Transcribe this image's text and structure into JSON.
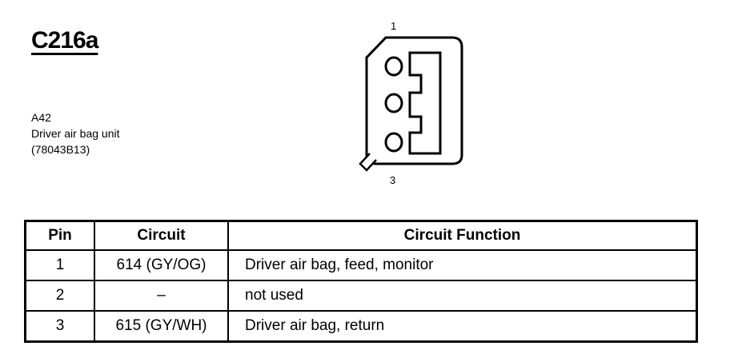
{
  "connector": {
    "id": "C216a",
    "pin_label_top": "1",
    "pin_label_bottom": "3"
  },
  "component": {
    "code": "A42",
    "name": "Driver air bag unit",
    "part_number": "(78043B13)"
  },
  "table": {
    "headers": {
      "pin": "Pin",
      "circuit": "Circuit",
      "function": "Circuit Function"
    },
    "rows": [
      {
        "pin": "1",
        "circuit": "614 (GY/OG)",
        "function": "Driver air bag, feed, monitor"
      },
      {
        "pin": "2",
        "circuit": "–",
        "function": "not used"
      },
      {
        "pin": "3",
        "circuit": "615 (GY/WH)",
        "function": "Driver air bag, return"
      }
    ]
  }
}
